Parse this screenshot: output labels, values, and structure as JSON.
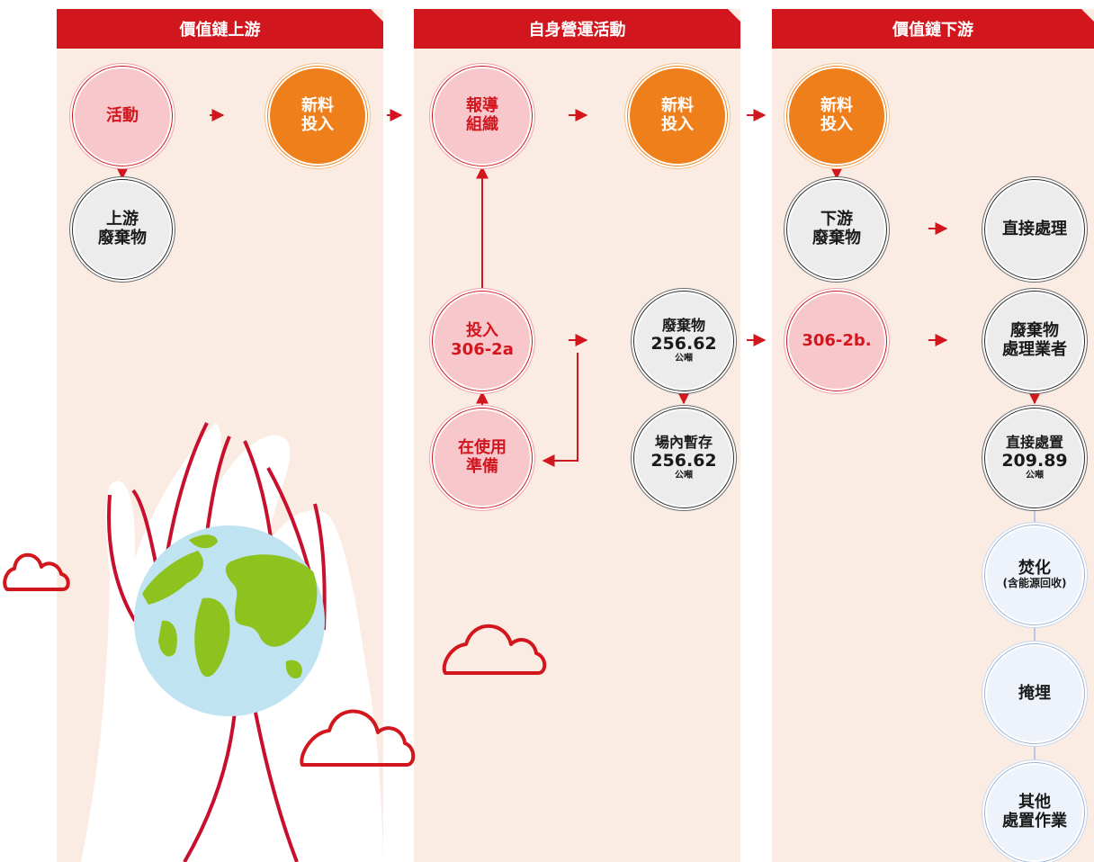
{
  "sections": {
    "upstream": "價值鏈上游",
    "operations": "自身營運活動",
    "downstream": "價值鏈下游"
  },
  "nodes": {
    "activity": "活動",
    "upstream_input_line1": "新料",
    "upstream_input_line2": "投入",
    "upstream_waste_line1": "上游",
    "upstream_waste_line2": "廢棄物",
    "report_org_line1": "報導",
    "report_org_line2": "組織",
    "ops_input_line1": "新料",
    "ops_input_line2": "投入",
    "input_line1": "投入",
    "input_code": "306-2a",
    "prep_line1": "在使用",
    "prep_line2": "準備",
    "ops_waste_label": "廢棄物",
    "ops_waste_value": "256.62",
    "ops_waste_unit": "公噸",
    "storage_label": "場內暫存",
    "storage_value": "256.62",
    "storage_unit": "公噸",
    "down_input_line1": "新料",
    "down_input_line2": "投入",
    "down_waste_line1": "下游",
    "down_waste_line2": "廢棄物",
    "direct_treat": "直接處理",
    "code_2b": "306-2b.",
    "handler_line1": "廢棄物",
    "handler_line2": "處理業者",
    "direct_disposal_label": "直接處置",
    "direct_disposal_value": "209.89",
    "direct_disposal_unit": "公噸",
    "incineration_line1": "焚化",
    "incineration_line2": "(含能源回收)",
    "landfill": "掩埋",
    "other_line1": "其他",
    "other_line2": "處置作業"
  },
  "colors": {
    "red": "#d2161e",
    "orange": "#ef7f1a",
    "pink": "#f8c7cc",
    "panel": "#fbece3",
    "grey": "#ececec",
    "blue_ring": "#9db4d8",
    "earth_water": "#bfe3f0",
    "earth_land": "#8dc21f"
  }
}
